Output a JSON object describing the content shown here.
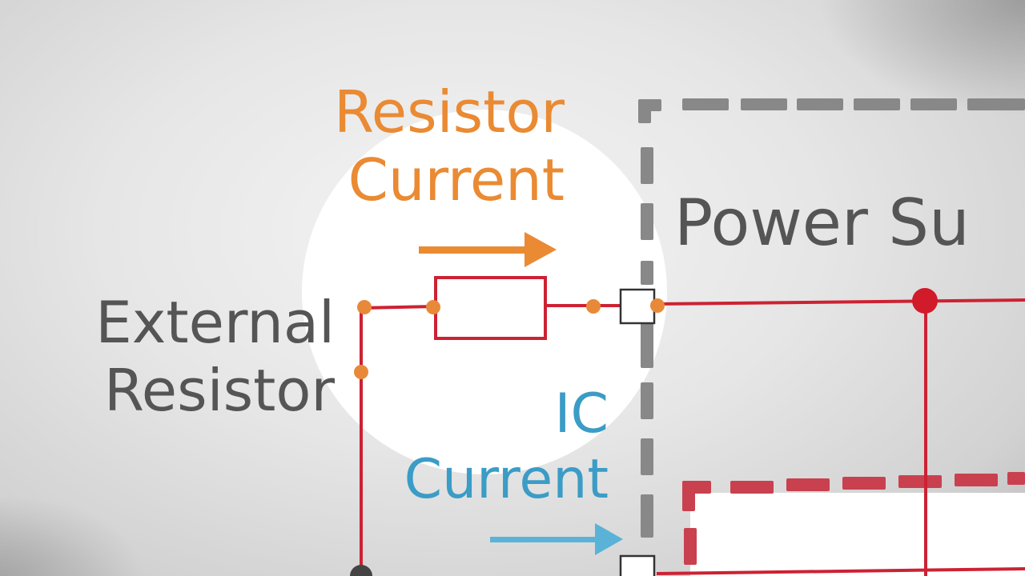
{
  "labels": {
    "resistor_current": [
      "Resistor",
      "Current"
    ],
    "external_resistor": [
      "External",
      "Resistor"
    ],
    "ic_current": [
      "IC",
      "Current"
    ],
    "power_supply_partial": "Power Su"
  },
  "colors": {
    "resistor_current": "#ea8a33",
    "ic_current": "#3b9cc6",
    "external_resistor": "#555555",
    "power_supply": "#555555",
    "wire": "#cc2233",
    "node_dot": "#e8893a",
    "junction": "#d11a2a",
    "dashed_box": "#8a8a8a",
    "inner_dashed_box": "#c9414f",
    "arrow_orange": "#ea8a33",
    "arrow_blue": "#5ab3d6"
  },
  "icons": {
    "resistor": "resistor-rect-icon",
    "pin": "terminal-square-icon",
    "arrow": "right-arrow-icon"
  }
}
